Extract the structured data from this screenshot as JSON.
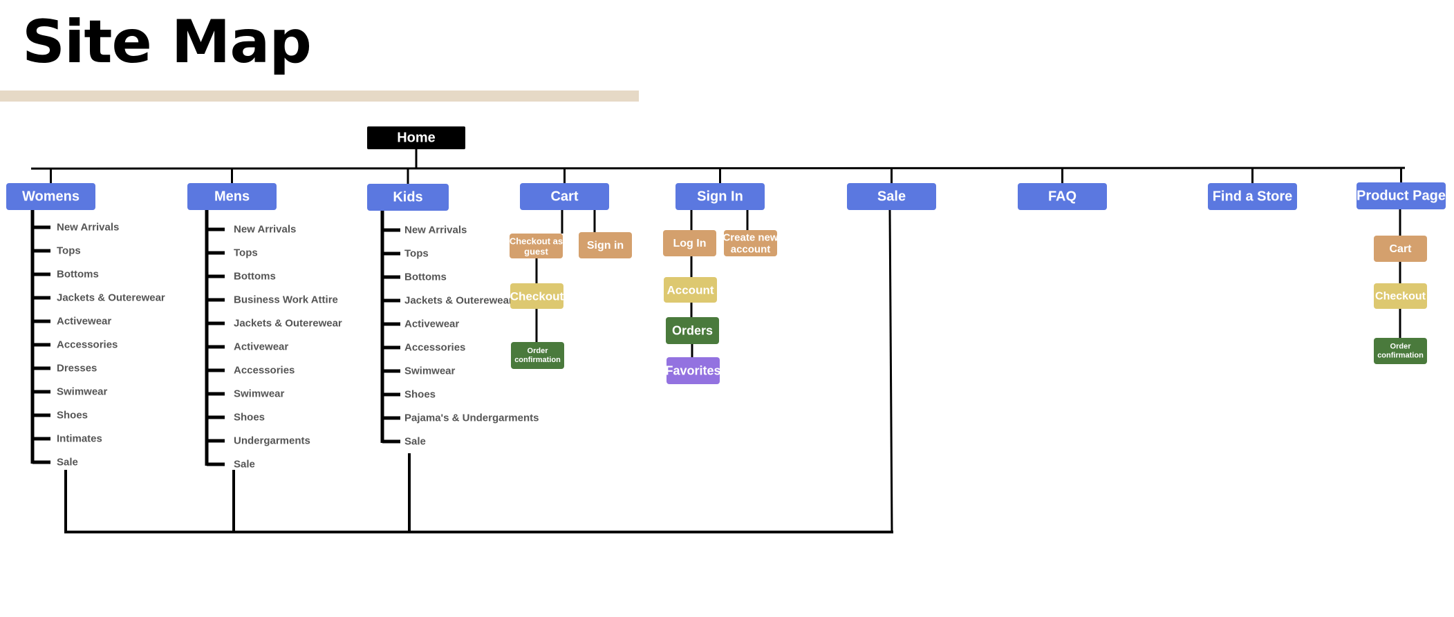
{
  "title": "Site Map",
  "colors": {
    "accent_bar": "#e6d9c6",
    "line": "#000000",
    "home": "#000000",
    "category": "#5b78e0",
    "tan": "#d4a06d",
    "yellow": "#ddc870",
    "green": "#4a7a3c",
    "purple": "#9372e0",
    "item_text": "#555555"
  },
  "home": {
    "label": "Home"
  },
  "categories": [
    {
      "key": "womens",
      "label": "Womens"
    },
    {
      "key": "mens",
      "label": "Mens"
    },
    {
      "key": "kids",
      "label": "Kids"
    },
    {
      "key": "cart",
      "label": "Cart"
    },
    {
      "key": "signin",
      "label": "Sign In"
    },
    {
      "key": "sale",
      "label": "Sale"
    },
    {
      "key": "faq",
      "label": "FAQ"
    },
    {
      "key": "findstore",
      "label": "Find a Store"
    },
    {
      "key": "productpage",
      "label": "Product Page"
    }
  ],
  "lists": {
    "womens": [
      "New Arrivals",
      "Tops",
      "Bottoms",
      "Jackets & Outerewear",
      "Activewear",
      "Accessories",
      "Dresses",
      "Swimwear",
      "Shoes",
      "Intimates",
      "Sale"
    ],
    "mens": [
      "New Arrivals",
      "Tops",
      "Bottoms",
      "Business Work Attire",
      "Jackets & Outerewear",
      "Activewear",
      "Accessories",
      "Swimwear",
      "Shoes",
      "Undergarments",
      "Sale"
    ],
    "kids": [
      "New Arrivals",
      "Tops",
      "Bottoms",
      "Jackets & Outerewear",
      "Activewear",
      "Accessories",
      "Swimwear",
      "Shoes",
      "Pajama's & Undergarments",
      "Sale"
    ]
  },
  "subnodes": {
    "cart_checkout_guest": "Checkout as guest",
    "cart_signin": "Sign in",
    "cart_checkout": "Checkout",
    "cart_order_confirmation": "Order confirmation",
    "signin_login": "Log In",
    "signin_create": "Create new account",
    "signin_account": "Account",
    "signin_orders": "Orders",
    "signin_favorites": "Favorites",
    "product_cart": "Cart",
    "product_checkout": "Checkout",
    "product_order_confirmation": "Order confirmation"
  }
}
